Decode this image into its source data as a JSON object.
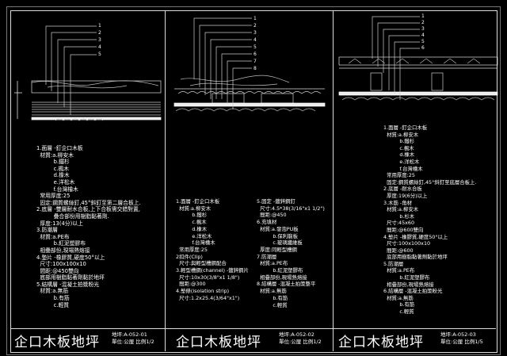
{
  "panels": [
    {
      "callouts": [
        "1",
        "2",
        "3",
        "4",
        "5"
      ],
      "notes": [
        "1.面層 -釘企口木板",
        "  材質:a.柳安木",
        "          b.鐵杉",
        "          c.楓木",
        "          d.橡木",
        "          e.洋松木",
        "          f.台灣檜木",
        "  常用厚度:25",
        "  固定:鋼質螺絲釘,45°斜釘至第二層合板上.",
        "2.底層 -雙層耐水合板,上下合板需交錯對置,",
        "          疊合部份用樹脂黏著劑.",
        "  厚度:13(4分)以上",
        "3.防潮層",
        "  材質:a.PE布",
        "          b.紅泥塑膠布",
        "  相疊部份,現場熱熔接",
        "4.墊片 -橡膠質,硬度50°以上",
        "  尺寸:100x100x10",
        "  間距:@450雙向",
        "  底部用樹脂黏著劑黏於地坪",
        "5.結構層 -混凝土拍漿粉光",
        "  材質:a.無筋",
        "          b.有筋",
        "          c.輕質"
      ],
      "title": "企口木板地坪",
      "code": "地坪:A-052-01",
      "unit": "單位:公厘 比例1/2"
    },
    {
      "callouts": [
        "1",
        "2",
        "3",
        "4",
        "5",
        "6",
        "7",
        "8"
      ],
      "notes_left": [
        "1.面層 -釘企口木板",
        "  材質:a.柳安木",
        "          b.鐵杉",
        "          c.楓木",
        "          d.橡木",
        "          e.洋松木",
        "          f.台灣檜木",
        "  常用厚度:25",
        "2扣件(Clip)",
        "  尺寸:與輕型槽鋼配合",
        "3.輕型槽鋼(channel) -鍍鋅鋼片",
        "  尺寸:10x30(3/8\"x1 1/8\")",
        "  間距:@300",
        "4.墊條(isolation strip)",
        "  尺寸:1.2x25.4(3/64\"x1\")"
      ],
      "notes_right": [
        "5.固定 -鍍鋅鋼釘",
        "  尺寸:4.5*38(3/16\"x1 1/2\")",
        "  間距:@450",
        "6.充填材",
        "  材質:a.發泡PU板",
        "          b.保利龍板",
        "          c.玻璃纖維板",
        "  厚度:同輕型槽鋼",
        "7.防潮層",
        "  材質:a.PE布",
        "          b.紅泥塑膠布",
        "  相疊部份,現場熱熔接",
        "8.結構層 -混凝土拍漿整平",
        "  材質:a.無筋",
        "          b.有筋",
        "          c.輕質"
      ],
      "title": "企口木板地坪",
      "code": "地坪:A-052-02",
      "unit": "單位:公厘 比例1/2"
    },
    {
      "callouts": [
        "1",
        "2",
        "3",
        "4",
        "5",
        "6"
      ],
      "notes": [
        "1.面層 -釘企口木板",
        "  材質:a.柳安木",
        "          b.鐵杉",
        "          c.楓木",
        "          d.橡木",
        "          e.洋松木",
        "          f.台灣檜木",
        "  常用厚度:25",
        "  固定:鋼質螺絲釘,45°斜釘至底層合板上.",
        "2.底層 -耐水合板",
        "  厚度:19(6分)以上",
        "3.木筋 -角材",
        "  材質:a.柳安木",
        "          b.杉木",
        "  尺寸:45x60",
        "  間距:@600雙向",
        "4.墊片 -橡膠質,硬度50°以上",
        "  尺寸:100x100x10",
        "  間距:@600",
        "  底部用樹脂黏著劑黏於地坪",
        "5.防潮層",
        "  材質:a.PE布",
        "          b.紅泥塑膠布",
        "  相疊部份,現場熱熔接",
        "6.結構層 -混凝土拍漿粉光",
        "  材質:a.無筋",
        "          b.有筋",
        "          c.輕質"
      ],
      "title": "企口木板地坪",
      "code": "地坪:A-052-03",
      "unit": "單位:公厘 比例1/5"
    }
  ]
}
